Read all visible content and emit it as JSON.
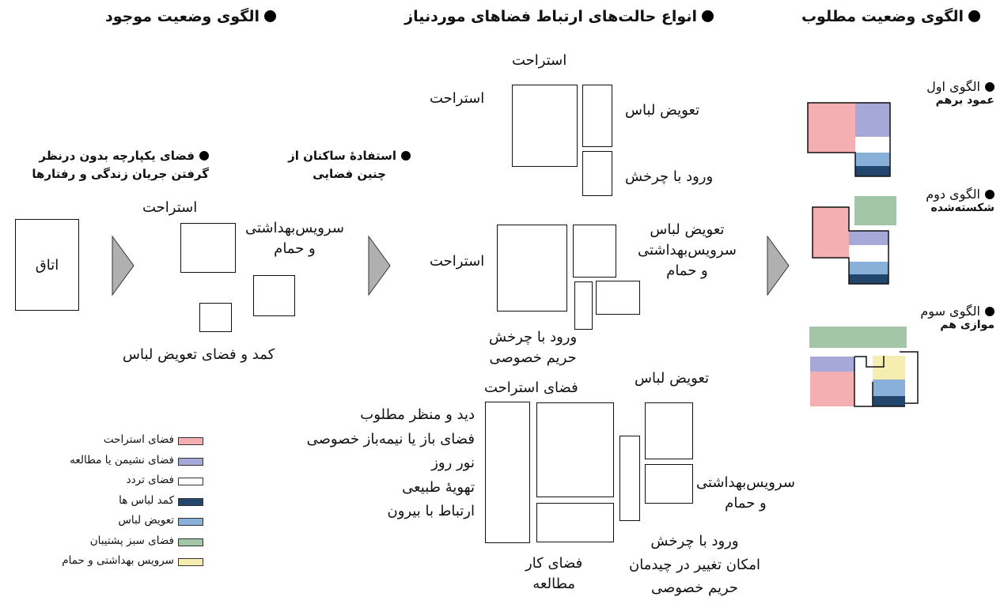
{
  "colors": {
    "rest": "#F4AFB2",
    "living": "#A6A9D8",
    "circulation": "#FFFFFF",
    "wardrobe": "#23476C",
    "dressing": "#88B0D8",
    "green": "#A3C6A9",
    "bathroom": "#F6EDB1",
    "arrow": "#B0B0B0"
  },
  "headings": {
    "current": "الگوی وضعیت موجود",
    "types": "انواع حالت‌های ارتباط فضاهای موردنیاز",
    "desired": "الگوی وضعیت مطلوب"
  },
  "current_section": {
    "bullet1": [
      "فضای یکپارچه بدون درنظر",
      "گرفتن جریان زندگی و رفتارها"
    ],
    "bullet2": [
      "استفادهٔ ساکنان از",
      "چنین فضایی"
    ],
    "room": "اتاق",
    "rest": "استراحت",
    "bath": [
      "سرویس‌بهداشتی",
      "و حمام"
    ],
    "closet": "کمد و فضای تعویض لباس"
  },
  "types_section": {
    "d1_top": "استراحت",
    "d1_rest": "استراحت",
    "d1_change": "تعویض لباس",
    "d1_entry": "ورود با چرخش",
    "d2_rest": "استراحت",
    "d2_labels": [
      "تعویض لباس",
      "سرویس‌بهداشتی",
      "و حمام"
    ],
    "d2_bottom": [
      "ورود با چرخش",
      "حریم خصوصی"
    ],
    "d3_top": "فضای استراحت",
    "d3_left": [
      "دید و منظر مطلوب",
      "فضای باز یا نیمه‌باز خصوصی",
      "نور روز",
      "تهویهٔ طبیعی",
      "ارتباط با بیرون"
    ],
    "d3_change": "تعویض لباس",
    "d3_bath": [
      "سرویس‌بهداشتی",
      "و حمام"
    ],
    "d3_study": [
      "فضای کار",
      "مطالعه"
    ],
    "d3_bottom": [
      "ورود با چرخش",
      "امکان تغییر در چیدمان",
      "حریم خصوصی"
    ]
  },
  "desired_section": {
    "p1_title": "الگوی اول",
    "p1_sub": "عمود برهم",
    "p2_title": "الگوی دوم",
    "p2_sub": "شکسته‌شده",
    "p3_title": "الگوی سوم",
    "p3_sub": "موازی هم"
  },
  "legend": [
    {
      "label": "فضای استراحت",
      "color": "#F4AFB2"
    },
    {
      "label": "فضای نشیمن یا مطالعه",
      "color": "#A6A9D8"
    },
    {
      "label": "فضای تردد",
      "color": "#FFFFFF"
    },
    {
      "label": "کمد لباس ها",
      "color": "#23476C"
    },
    {
      "label": "تعویض لباس",
      "color": "#88B0D8"
    },
    {
      "label": "فضای سبز پشتیبان",
      "color": "#A3C6A9"
    },
    {
      "label": "سرویس بهداشتی و حمام",
      "color": "#F6EDB1"
    }
  ]
}
